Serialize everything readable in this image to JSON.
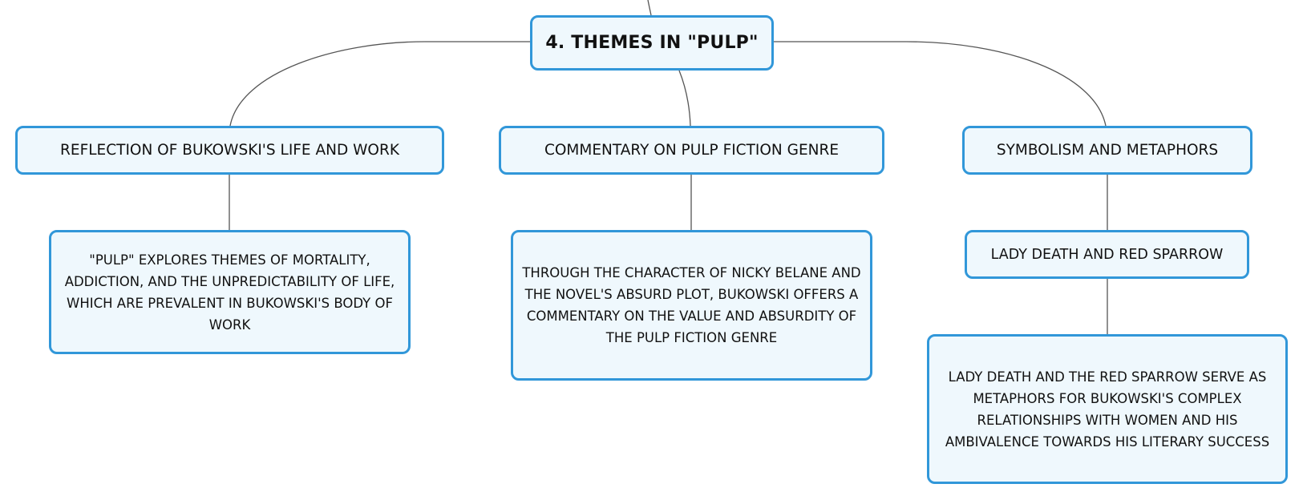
{
  "mindmap": {
    "root": {
      "label": "4. THEMES IN \"PULP\""
    },
    "branches": [
      {
        "label": "REFLECTION OF BUKOWSKI'S LIFE AND WORK",
        "detail": "\"PULP\" EXPLORES THEMES OF MORTALITY, ADDICTION, AND THE UNPREDICTABILITY OF LIFE, WHICH ARE PREVALENT IN BUKOWSKI'S BODY OF WORK"
      },
      {
        "label": "COMMENTARY ON PULP FICTION GENRE",
        "detail": "THROUGH THE CHARACTER OF NICKY BELANE AND THE NOVEL'S ABSURD PLOT, BUKOWSKI OFFERS A COMMENTARY ON THE VALUE AND ABSURDITY OF THE PULP FICTION GENRE"
      },
      {
        "label": "SYMBOLISM AND METAPHORS",
        "child": {
          "label": "LADY DEATH AND RED SPARROW",
          "detail": "LADY DEATH AND THE RED SPARROW SERVE AS METAPHORS FOR BUKOWSKI'S COMPLEX RELATIONSHIPS WITH WOMEN AND HIS AMBIVALENCE TOWARDS HIS LITERARY SUCCESS"
        }
      }
    ]
  },
  "colors": {
    "node_border": "#3197d9",
    "node_fill": "#eff8fd",
    "connector": "#555555",
    "text": "#111111"
  }
}
